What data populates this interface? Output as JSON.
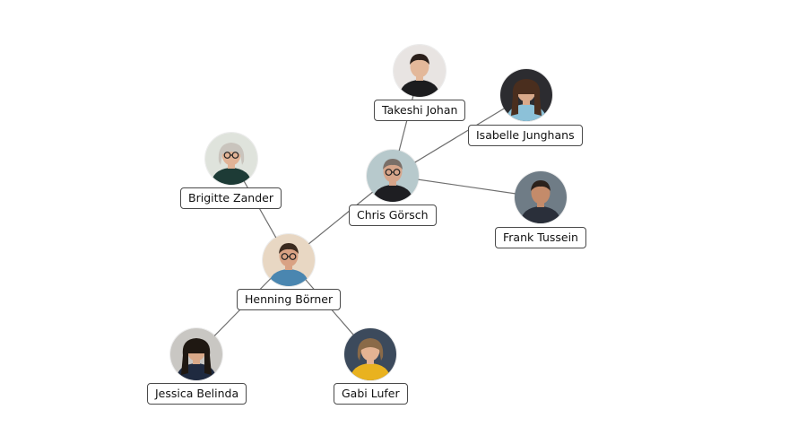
{
  "people": [
    {
      "id": "takeshi",
      "name": "Takeshi Johan",
      "icon": "person-avatar-icon",
      "bg": "#e8e4e2",
      "skin": "#e3b89a",
      "hair": "#2a1f1a",
      "shirt": "#1c1c1e",
      "hair_style": "short"
    },
    {
      "id": "isabelle",
      "name": "Isabelle Junghans",
      "icon": "person-avatar-icon",
      "bg": "#2c2c30",
      "skin": "#d9a98a",
      "hair": "#4a2e1e",
      "shirt": "#8cc1d8",
      "hair_style": "long"
    },
    {
      "id": "chris",
      "name": "Chris Görsch",
      "icon": "person-avatar-icon",
      "bg": "#b7c9cc",
      "skin": "#d6a58a",
      "hair": "#7a6f68",
      "shirt": "#1e1e22",
      "hair_style": "short",
      "glasses": true
    },
    {
      "id": "brigitte",
      "name": "Brigitte Zander",
      "icon": "person-avatar-icon",
      "bg": "#dfe3dc",
      "skin": "#e2b396",
      "hair": "#c9c4bd",
      "shirt": "#1d3b36",
      "hair_style": "bob",
      "glasses": true
    },
    {
      "id": "frank",
      "name": "Frank Tussein",
      "icon": "person-avatar-icon",
      "bg": "#6f7c86",
      "skin": "#c48b6a",
      "hair": "#2b211b",
      "shirt": "#2a2f3a",
      "hair_style": "short"
    },
    {
      "id": "henning",
      "name": "Henning Börner",
      "icon": "person-avatar-icon",
      "bg": "#e8d7c3",
      "skin": "#d9a284",
      "hair": "#3a2a1f",
      "shirt": "#4a86b0",
      "hair_style": "short",
      "glasses": true
    },
    {
      "id": "jessica",
      "name": "Jessica Belinda",
      "icon": "person-avatar-icon",
      "bg": "#c9c7c3",
      "skin": "#d8a888",
      "hair": "#1f1812",
      "shirt": "#1f2a40",
      "hair_style": "long"
    },
    {
      "id": "gabi",
      "name": "Gabi Lufer",
      "icon": "person-avatar-icon",
      "bg": "#3c4a5c",
      "skin": "#e4b393",
      "hair": "#8a6a48",
      "shirt": "#e9b21f",
      "hair_style": "bob"
    }
  ],
  "connections": [
    [
      "henning",
      "brigitte"
    ],
    [
      "henning",
      "chris"
    ],
    [
      "henning",
      "jessica"
    ],
    [
      "henning",
      "gabi"
    ],
    [
      "chris",
      "takeshi"
    ],
    [
      "chris",
      "isabelle"
    ],
    [
      "chris",
      "frank"
    ]
  ]
}
